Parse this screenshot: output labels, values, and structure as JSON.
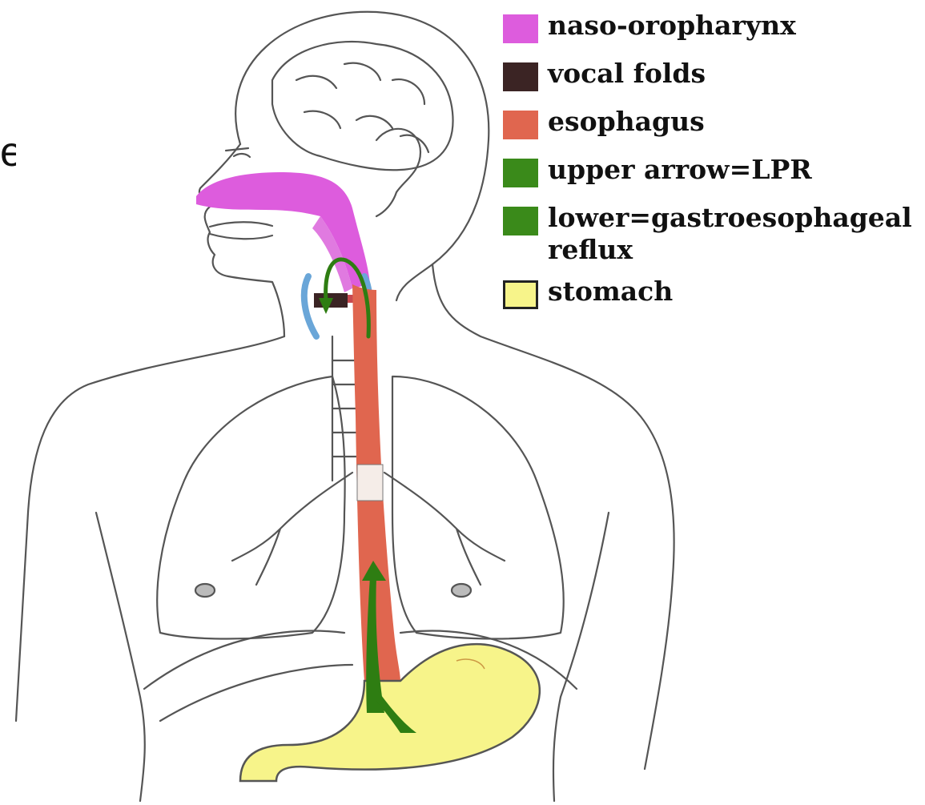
{
  "diagram": {
    "legend": [
      {
        "label": "naso-oropharynx",
        "color": "#dd5cdd"
      },
      {
        "label": "vocal folds",
        "color": "#3b2424"
      },
      {
        "label": "esophagus",
        "color": "#e0664f"
      },
      {
        "label": "upper arrow=LPR",
        "color": "#3a8a1a"
      },
      {
        "label": "lower=gastroesophageal reflux",
        "color": "#3a8a1a"
      },
      {
        "label": "stomach",
        "color": "#f7f48a"
      }
    ],
    "edge_glyph": "e"
  },
  "colors": {
    "outline": "#555555",
    "larynx_blue": "#6aa6d8"
  }
}
